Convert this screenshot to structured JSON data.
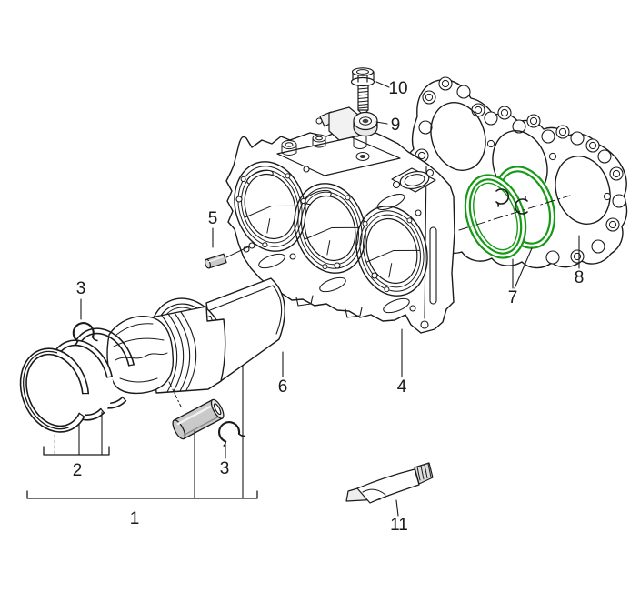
{
  "figure": {
    "kind": "exploded-parts-diagram",
    "background_color": "#ffffff",
    "line_color": "#1a1a1a",
    "highlight_color": "#169a16",
    "metal_fill_color": "#c9c9c9"
  },
  "callouts": [
    {
      "number": "1",
      "part": "piston-assembly-complete"
    },
    {
      "number": "2",
      "part": "piston-ring-set"
    },
    {
      "number": "3",
      "part": "circlip-upper"
    },
    {
      "number": "3",
      "part": "circlip-lower"
    },
    {
      "number": "4",
      "part": "crankcase-cylinder-block"
    },
    {
      "number": "5",
      "part": "dowel-pin"
    },
    {
      "number": "6",
      "part": "cylinder-liner"
    },
    {
      "number": "7",
      "part": "sealing-rings"
    },
    {
      "number": "8",
      "part": "cylinder-head-gasket"
    },
    {
      "number": "9",
      "part": "knock-sensor"
    },
    {
      "number": "10",
      "part": "hex-flange-bolt"
    },
    {
      "number": "11",
      "part": "sealant-tube"
    }
  ]
}
